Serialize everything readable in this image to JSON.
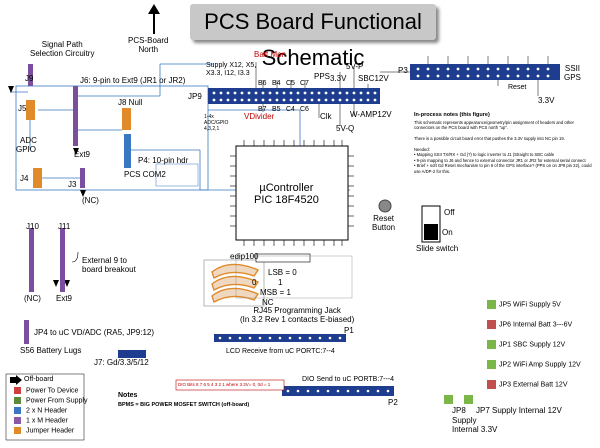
{
  "title": "PCS Board Functional Schematic",
  "pcs_north": "PCS-Board\nNorth",
  "signal_path": "Signal Path\nSelection Circuitry",
  "j9": "J9",
  "j5": "J5",
  "j4": "J4",
  "j3": "J3",
  "j6_label": "J6: 9-pin to Ext9 (JR1 or JR2)",
  "j8_label": "J8 Null",
  "ext9_a": "Ext9",
  "p4_label": "P4: 10-pin hdr",
  "pcs_com2": "PCS COM2",
  "adc": "ADC",
  "gpio": "GPIO",
  "nc_a": "(NC)",
  "j10": "J10",
  "j11": "J11",
  "nc_b": "(NC)",
  "ext9_b": "Ext9",
  "external9": "External 9 to\nboard breakout",
  "jp9": "JP9",
  "batt_mon": "Batt Mon",
  "supply_text": "Supply X12, X5,\nX3.3, I12, I3.3",
  "b_labels": [
    "B6",
    "B4",
    "C5",
    "C7"
  ],
  "b_labels2": [
    "B7",
    "B5",
    "C4",
    "C6"
  ],
  "vdivider": "VDivider",
  "clk": "Clk",
  "pps": "PPS",
  "v33": "3.3V",
  "sbc12v": "SBC12V",
  "v5p": "5V-P",
  "v5q": "5V-Q",
  "wamp": "W-AMP12V",
  "adc_gpio": "1-4x\nADC/GPIO\n4,3,2,1",
  "p3": "P3",
  "ssii": "SSII\nGPS",
  "reset_small": "Reset",
  "v33b": "3.3V",
  "ucontroller": "µController\nPIC 18F4520",
  "reset_button": "Reset\nButton",
  "off": "Off",
  "on": "On",
  "slide_switch": "Slide switch",
  "edip": "edip100",
  "lsb": "LSB = 0",
  "bit0": "0",
  "bit1": "1",
  "msb": "MSB = 1",
  "nc_c": "NC",
  "rj45": "RJ45 Programming Jack\n(In 3.2 Rev 1 contacts E-biased)",
  "jp4": "JP4 to uC VD/ADC (RA5, JP9:12)",
  "s56": "S56 Battery Lugs",
  "p1": "P1",
  "lcd_receive": "LCD Receive from uC PORTC:7--4",
  "j7": "J7: Gd/3.3/5/12",
  "dio_send": "DIO Send to uC PORTB:7---4",
  "dio_bits": "DIO Bits 8 7 6 5 4 3 2 1 where 3.3V= 0, 0d = 1",
  "p2": "P2",
  "legend": [
    "Off-board",
    "Power To Device",
    "Power From Supply",
    "2 x N Header",
    "1 x M Header",
    "Jumper Header"
  ],
  "legend_colors": [
    "#000000",
    "#d04040",
    "#5a8a3a",
    "#3a78c4",
    "#8a5aa8",
    "#e08a2a"
  ],
  "notes_title": "Notes",
  "notes_text": "BPMS = BIG POWER MOSFET SWITCH (off-board)",
  "power": [
    {
      "label": "JP5 WiFi Supply 5V",
      "color": "#7ab648"
    },
    {
      "label": "JP6 Internal Batt 3---6V",
      "color": "#c0504d"
    },
    {
      "label": "JP1 SBC Supply 12V",
      "color": "#7ab648"
    },
    {
      "label": "JP2 WiFi Amp Supply 12V",
      "color": "#7ab648"
    },
    {
      "label": "JP3 External Batt 12V",
      "color": "#c0504d"
    }
  ],
  "jp8": "JP8",
  "jp7": "JP7 Supply Internal 12V",
  "supply_int": "Supply\nInternal 3.3V",
  "inprocess_title": "In-process notes (this figure)",
  "inprocess_body": "This schematic represents appearance/geometry/pin assignment of headers and other connectors on the PCS board with PCS north \"up\".\n\nThere is a possible circuit board error that pushes the 3.3V supply into NC pin 19.\n\nNeeded:\n• Mapping SSII TX/RX + Gd (?) to logic inverter to J1 (Straight to SBC cable\n• 9-pin mapping to J6 and hence to external connector JR1 or JR2 for external serial connect\n• Brief + soft Gd Reset mechanism to pin 6 of the GPS interface? (PPS on on JP9 pin 22), could use A/DP-2 for this."
}
